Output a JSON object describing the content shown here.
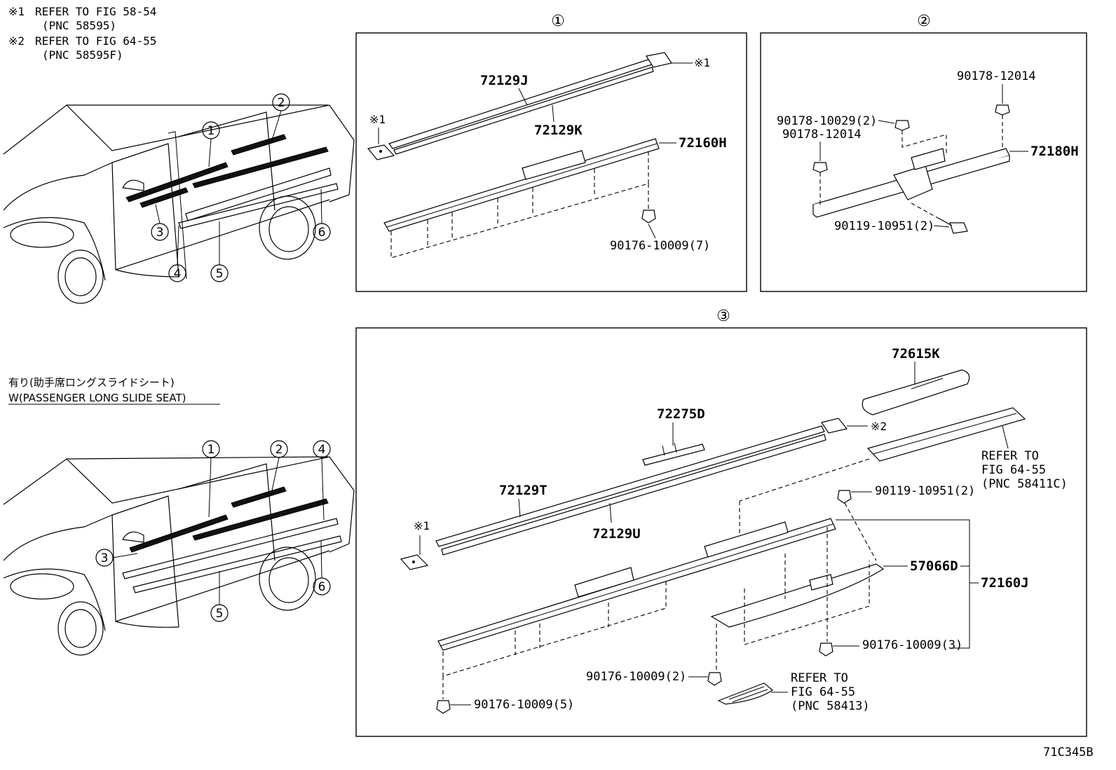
{
  "notes": {
    "n1_mark": "※1",
    "n1_line1": "REFER TO FIG 58-54",
    "n1_line2": "(PNC 58595)",
    "n2_mark": "※2",
    "n2_line1": "REFER TO FIG 64-55",
    "n2_line2": "(PNC 58595F)"
  },
  "variant": {
    "jp_label": "有り(助手席ロングスライドシート)",
    "en_label": "W(PASSENGER LONG SLIDE SEAT)"
  },
  "callouts": [
    "1",
    "2",
    "3",
    "4",
    "5",
    "6"
  ],
  "panels": {
    "p1": {
      "title": "①",
      "parts": [
        "72129J",
        "72129K",
        "72160H",
        "90176-10009(7)"
      ],
      "ref1": "※1",
      "ref2": "※1"
    },
    "p2": {
      "title": "②",
      "parts": [
        "90178-12014",
        "90178-10029(2)",
        "90178-12014",
        "72180H",
        "90119-10951(2)"
      ]
    },
    "p3": {
      "title": "③",
      "parts": [
        "72615K",
        "72275D",
        "72129T",
        "72129U",
        "90119-10951(2)",
        "57066D",
        "72160J",
        "90176-10009(3)",
        "90176-10009(2)",
        "90176-10009(5)"
      ],
      "ref_sx1": "※1",
      "ref_sx2": "※2",
      "refer_a": [
        "REFER TO",
        "FIG 64-55",
        "(PNC 58411C)"
      ],
      "refer_b": [
        "REFER TO",
        "FIG 64-55",
        "(PNC 58413)"
      ]
    }
  },
  "figure_id": "71C345B"
}
